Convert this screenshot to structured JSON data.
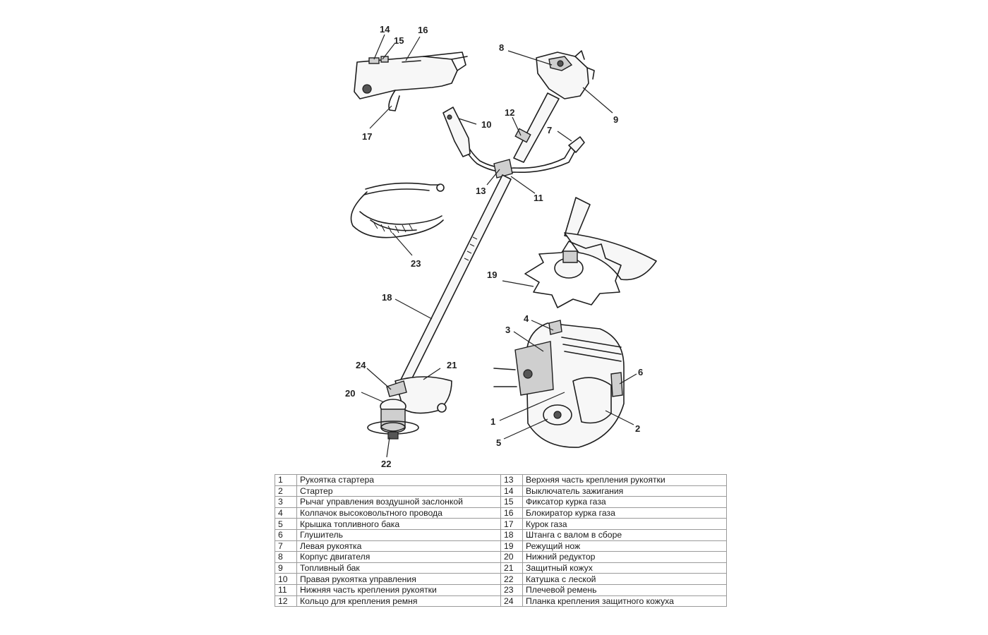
{
  "callouts": {
    "c1": "1",
    "c2": "2",
    "c3": "3",
    "c4": "4",
    "c5": "5",
    "c6": "6",
    "c7": "7",
    "c8": "8",
    "c9": "9",
    "c10": "10",
    "c11": "11",
    "c12": "12",
    "c13": "13",
    "c14": "14",
    "c15": "15",
    "c16": "16",
    "c17": "17",
    "c18": "18",
    "c19": "19",
    "c20": "20",
    "c21": "21",
    "c22": "22",
    "c23": "23",
    "c24": "24"
  },
  "parts": [
    {
      "no": "1",
      "name": "Рукоятка стартера"
    },
    {
      "no": "2",
      "name": "Стартер"
    },
    {
      "no": "3",
      "name": "Рычаг управления воздушной заслонкой"
    },
    {
      "no": "4",
      "name": "Колпачок высоковольтного провода"
    },
    {
      "no": "5",
      "name": "Крышка топливного бака"
    },
    {
      "no": "6",
      "name": "Глушитель"
    },
    {
      "no": "7",
      "name": "Левая рукоятка"
    },
    {
      "no": "8",
      "name": "Корпус двигателя"
    },
    {
      "no": "9",
      "name": "Топливный бак"
    },
    {
      "no": "10",
      "name": "Правая рукоятка управления"
    },
    {
      "no": "11",
      "name": "Нижняя часть крепления рукоятки"
    },
    {
      "no": "12",
      "name": "Кольцо для крепления ремня"
    },
    {
      "no": "13",
      "name": "Верхняя часть крепления рукоятки"
    },
    {
      "no": "14",
      "name": "Выключатель зажигания"
    },
    {
      "no": "15",
      "name": "Фиксатор курка газа"
    },
    {
      "no": "16",
      "name": "Блокиратор курка газа"
    },
    {
      "no": "17",
      "name": "Курок газа"
    },
    {
      "no": "18",
      "name": "Штанга с валом в сборе"
    },
    {
      "no": "19",
      "name": "Режущий нож"
    },
    {
      "no": "20",
      "name": "Нижний редуктор"
    },
    {
      "no": "21",
      "name": "Защитный кожух"
    },
    {
      "no": "22",
      "name": "Катушка с леской"
    },
    {
      "no": "23",
      "name": "Плечевой ремень"
    },
    {
      "no": "24",
      "name": "Планка крепления защитного кожуха"
    }
  ]
}
